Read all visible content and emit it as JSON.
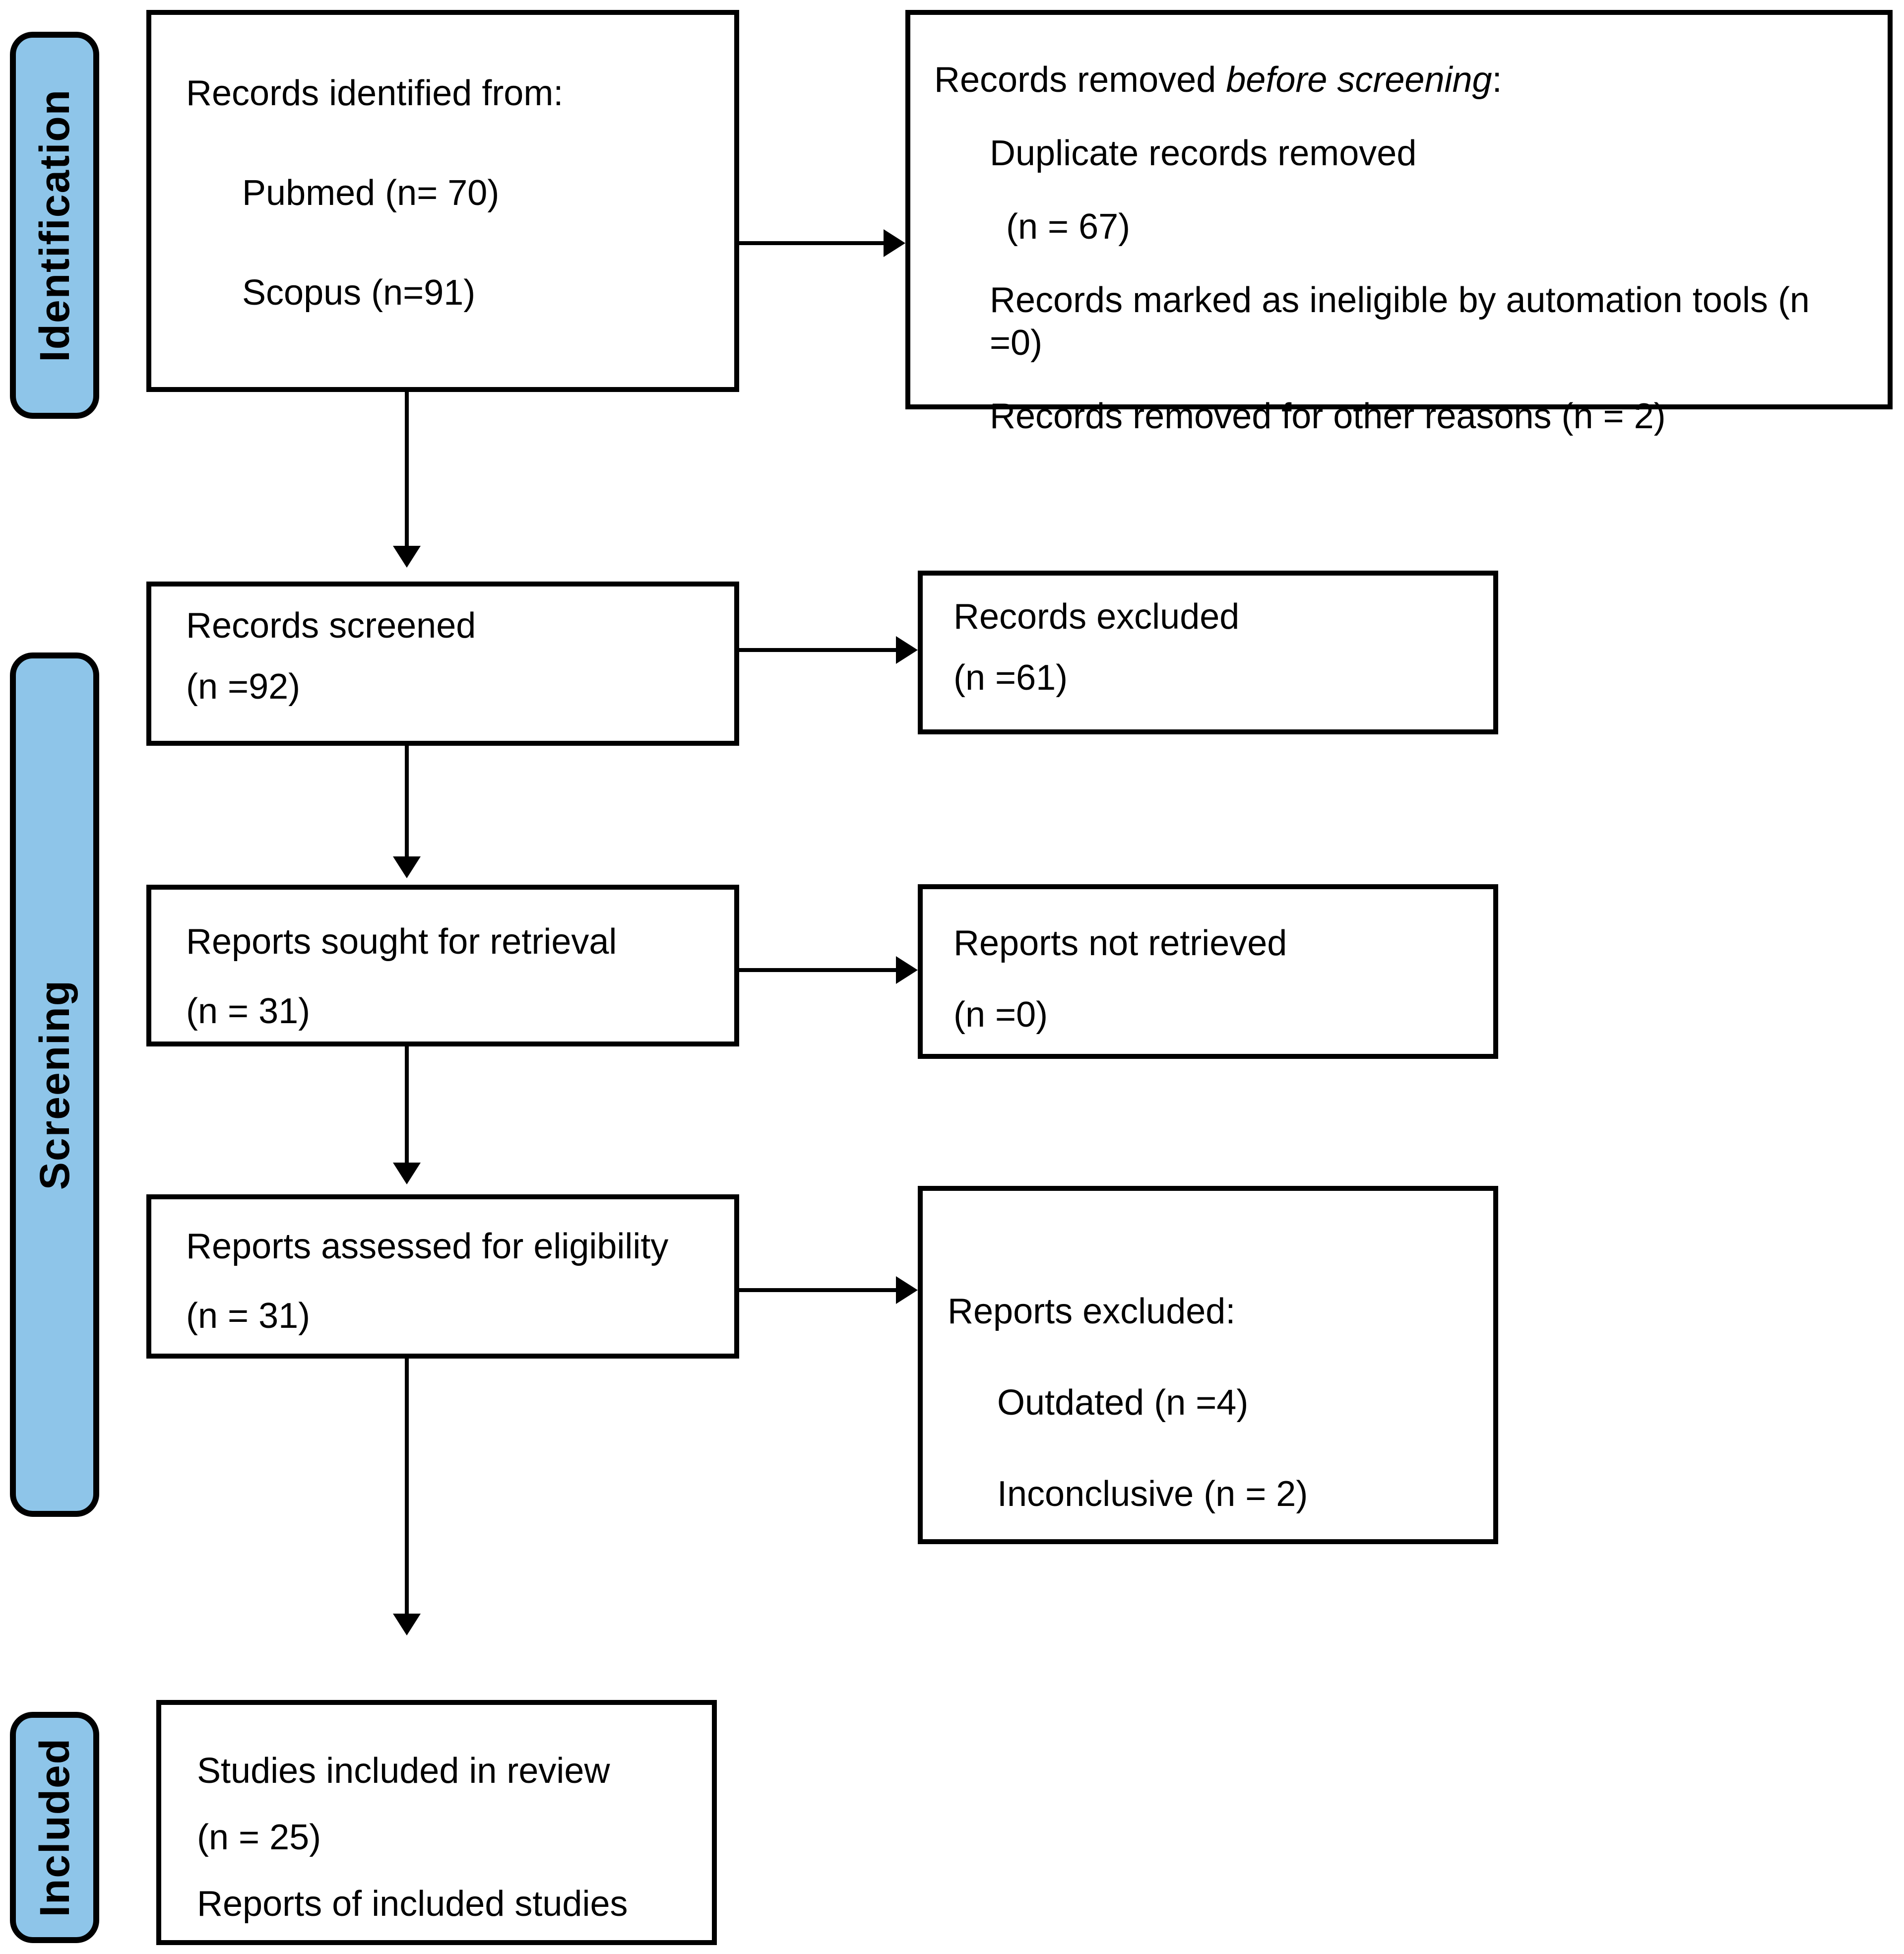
{
  "stages": {
    "identification": "Identification",
    "screening": "Screening",
    "included": "Included"
  },
  "colors": {
    "stage_fill": "#8EC5E9",
    "line": "#000000"
  },
  "boxes": {
    "records_identified": {
      "title": "Records identified from:",
      "items": [
        "Pubmed (n= 70)",
        "Scopus (n=91)"
      ]
    },
    "records_removed": {
      "title_prefix": "Records removed ",
      "title_emphasis": "before screening",
      "title_suffix": ":",
      "items": [
        "Duplicate records removed",
        "(n = 67)",
        "Records marked as ineligible by automation tools (n =0)",
        "Records removed for other reasons (n = 2)"
      ]
    },
    "records_screened": {
      "lines": [
        "Records screened",
        "(n =92)"
      ]
    },
    "records_excluded": {
      "lines": [
        "Records excluded",
        "(n =61)"
      ]
    },
    "reports_sought": {
      "lines": [
        "Reports sought for retrieval",
        "(n = 31)"
      ]
    },
    "reports_not_retrieved": {
      "lines": [
        "Reports not retrieved",
        "(n =0)"
      ]
    },
    "reports_assessed": {
      "lines": [
        "Reports assessed for eligibility",
        "(n = 31)"
      ]
    },
    "reports_excluded": {
      "title": "Reports excluded:",
      "items": [
        "Outdated (n =4)",
        "Inconclusive (n = 2)"
      ]
    },
    "studies_included": {
      "lines": [
        "Studies included in review",
        "(n = 25)",
        "Reports of included studies"
      ]
    }
  }
}
